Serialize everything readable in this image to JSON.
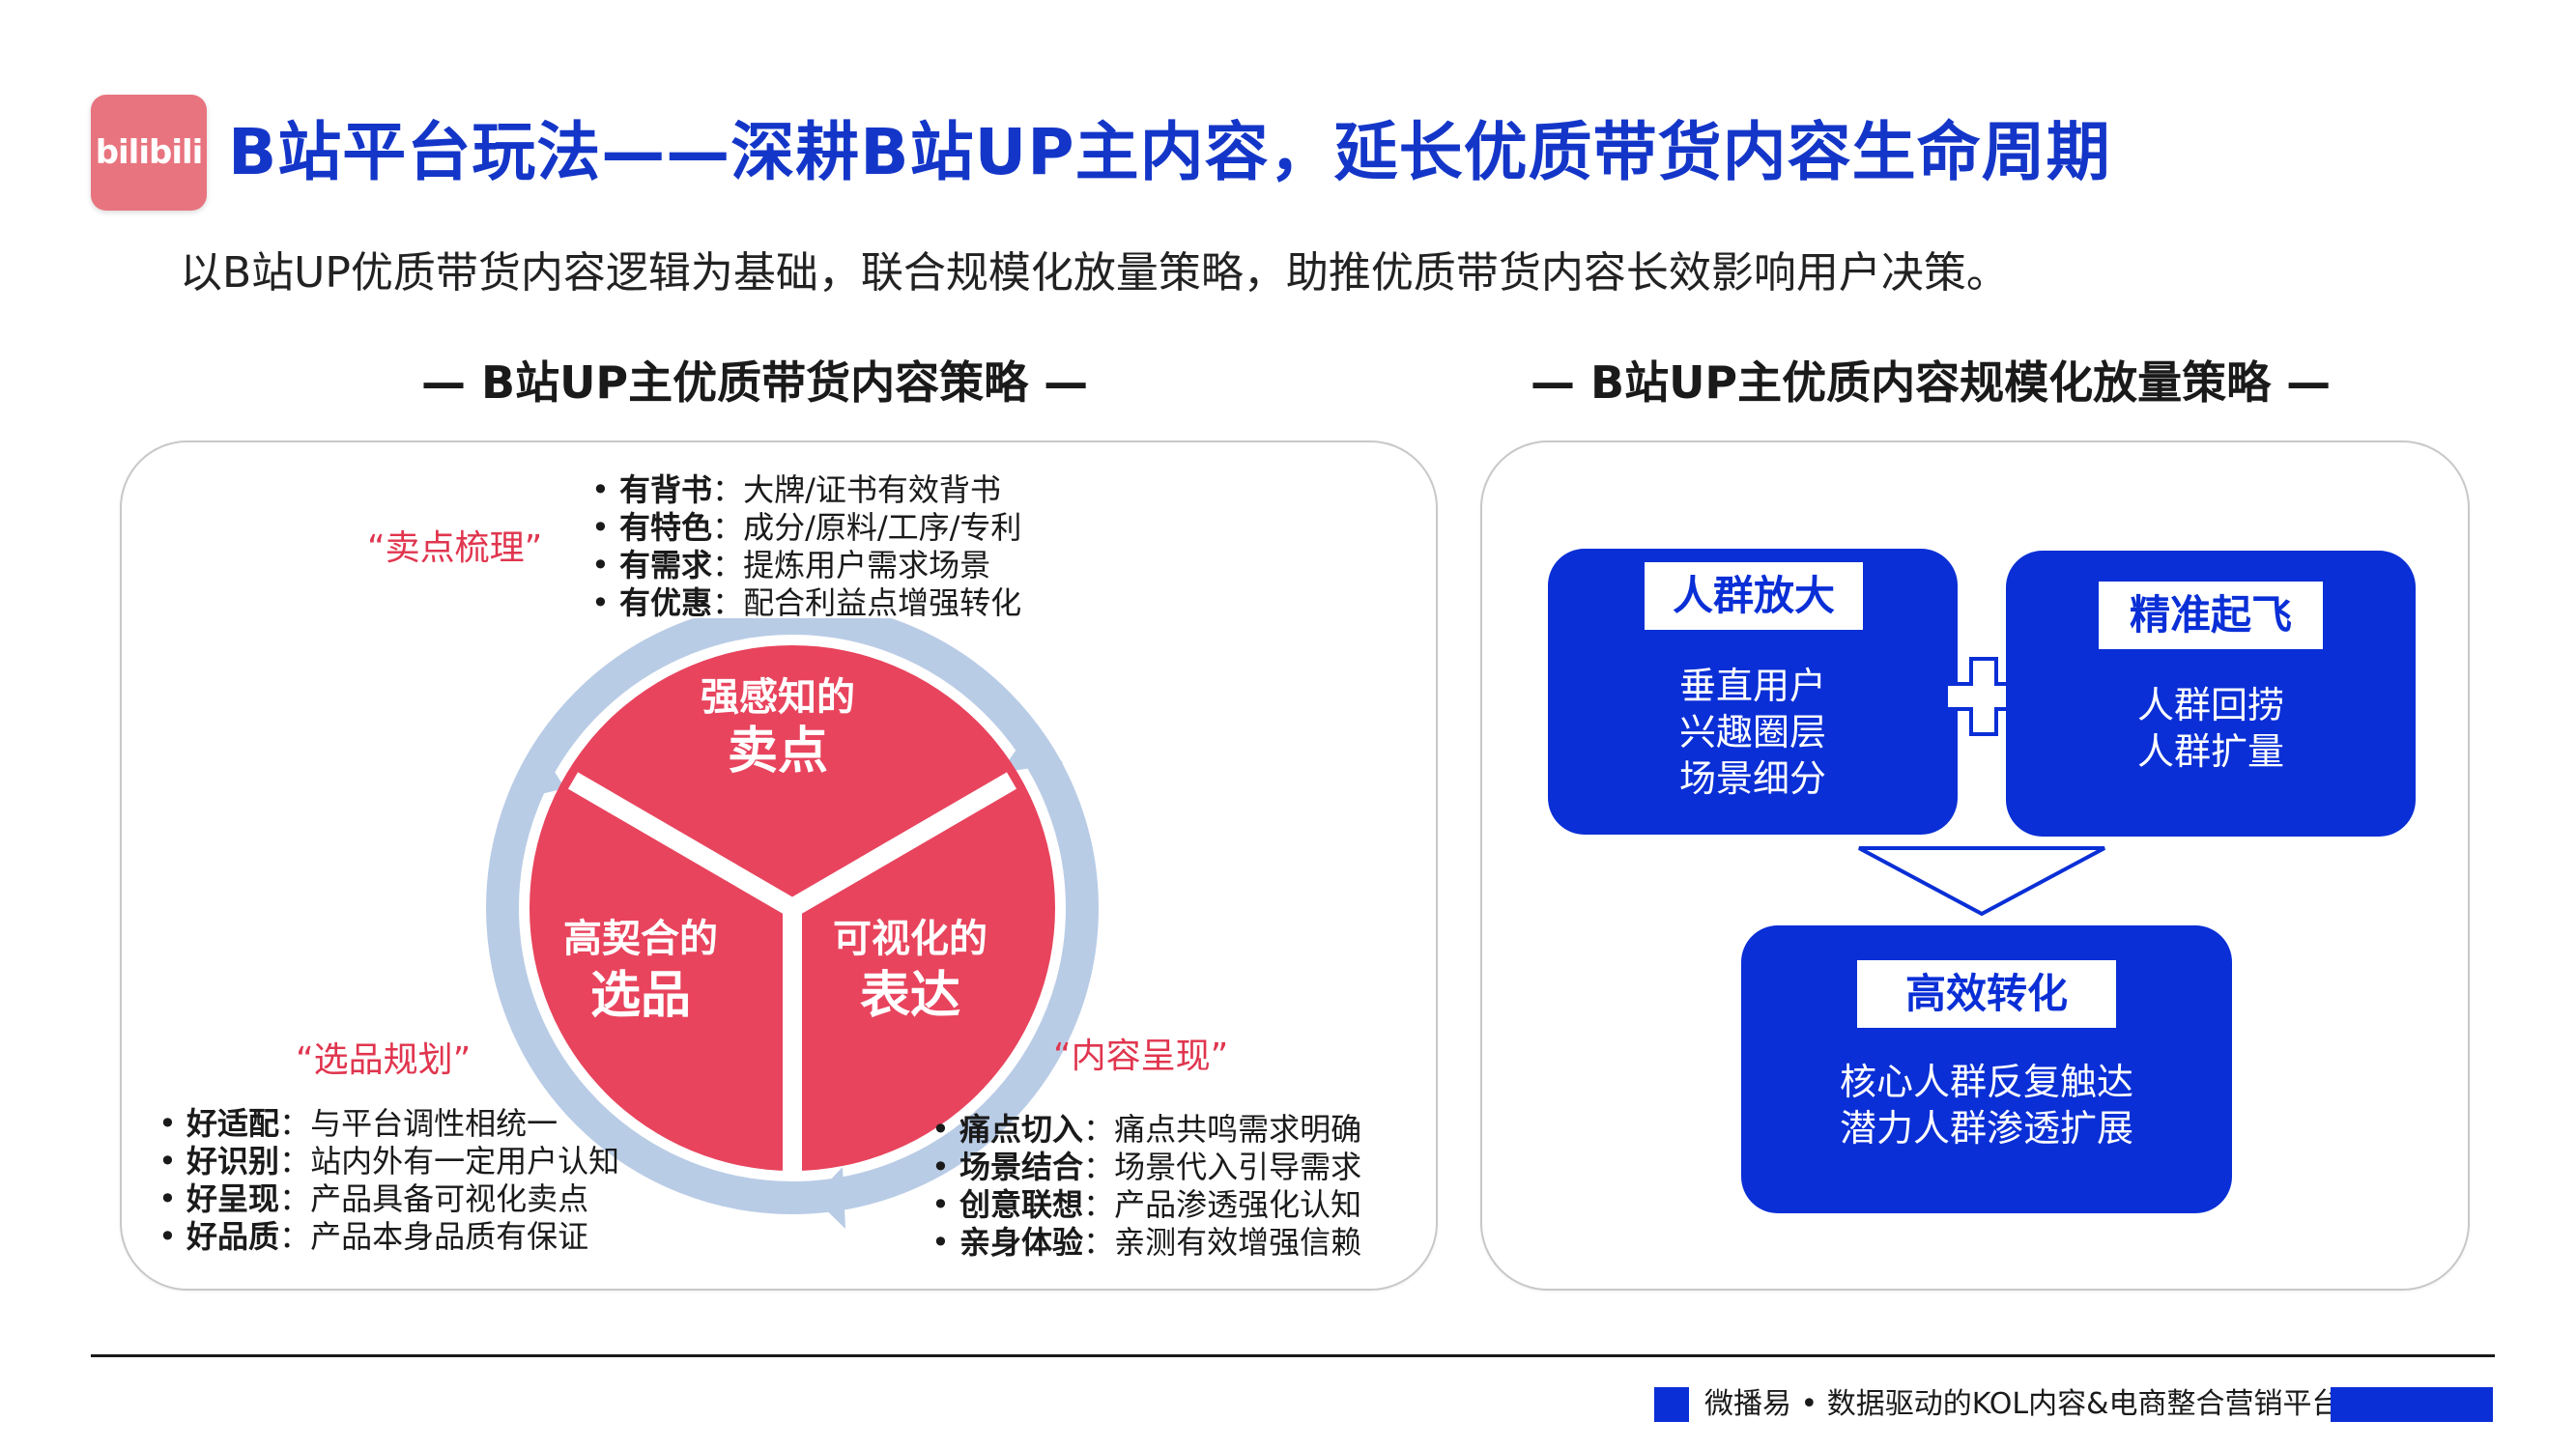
{
  "header": {
    "logo_text": "bilibili",
    "title": "B站平台玩法——深耕B站UP主内容，延长优质带货内容生命周期",
    "subtitle": "以B站UP优质带货内容逻辑为基础，联合规模化放量策略，助推优质带货内容长效影响用户决策。"
  },
  "left": {
    "heading": "— B站UP主优质带货内容策略 —",
    "quote_top": "“卖点梳理”",
    "quote_left": "“选品规划”",
    "quote_right": "“内容呈现”",
    "top_bullets": [
      {
        "key": "有背书",
        "sep": "：",
        "text": "大牌/证书有效背书"
      },
      {
        "key": "有特色",
        "sep": "：",
        "text": "成分/原料/工序/专利"
      },
      {
        "key": "有需求",
        "sep": "：",
        "text": "提炼用户需求场景"
      },
      {
        "key": "有优惠",
        "sep": "：",
        "text": "配合利益点增强转化"
      }
    ],
    "left_bullets": [
      {
        "key": "好适配",
        "sep": "：",
        "text": "与平台调性相统一"
      },
      {
        "key": "好识别",
        "sep": "：",
        "text": "站内外有一定用户认知"
      },
      {
        "key": "好呈现",
        "sep": "：",
        "text": "产品具备可视化卖点"
      },
      {
        "key": "好品质",
        "sep": "：",
        "text": "产品本身品质有保证"
      }
    ],
    "right_bullets": [
      {
        "key": "痛点切入",
        "sep": "：",
        "text": "痛点共鸣需求明确"
      },
      {
        "key": "场景结合",
        "sep": "：",
        "text": "场景代入引导需求"
      },
      {
        "key": "创意联想",
        "sep": "：",
        "text": "产品渗透强化认知"
      },
      {
        "key": "亲身体验",
        "sep": "：",
        "text": "亲测有效增强信赖"
      }
    ],
    "wheel": {
      "top_line1": "强感知的",
      "top_line2": "卖点",
      "left_line1": "高契合的",
      "left_line2": "选品",
      "right_line1": "可视化的",
      "right_line2": "表达"
    }
  },
  "right": {
    "heading": "— B站UP主优质内容规模化放量策略 —",
    "box1": {
      "label": "人群放大",
      "lines": [
        "垂直用户",
        "兴趣圈层",
        "场景细分"
      ]
    },
    "box2": {
      "label": "精准起飞",
      "lines": [
        "人群回捞",
        "人群扩量"
      ]
    },
    "box3": {
      "label": "高效转化",
      "lines": [
        "核心人群反复触达",
        "潜力人群渗透扩展"
      ]
    }
  },
  "footer": {
    "text": "微播易 • 数据驱动的KOL内容&电商整合营销平台"
  },
  "colors": {
    "title_blue": "#1436c8",
    "box_blue": "#0a2fd6",
    "wheel_red": "#e8445d",
    "ring_blue": "#b9cce6",
    "quote_red": "#e0354e",
    "logo_pink": "#e8747f"
  }
}
